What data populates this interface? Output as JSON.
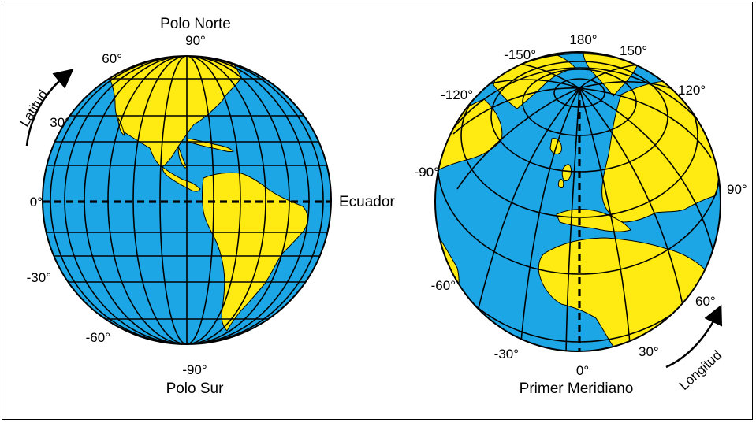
{
  "colors": {
    "ocean": "#1ca6e6",
    "land": "#ffeb12",
    "lines": "#000000",
    "background": "#ffffff"
  },
  "left_globe": {
    "north_pole": "Polo Norte",
    "south_pole": "Polo Sur",
    "equator": "Ecuador",
    "axis_title": "Latitud",
    "lat_labels": [
      "90°",
      "60°",
      "30°",
      "0°",
      "-30°",
      "-60°",
      "-90°"
    ]
  },
  "right_globe": {
    "prime_meridian": "Primer Meridiano",
    "axis_title": "Longitud",
    "lon_labels": [
      "180°",
      "-150°",
      "150°",
      "-120°",
      "120°",
      "-90°",
      "90°",
      "-60°",
      "60°",
      "-30°",
      "30°",
      "0°"
    ]
  }
}
